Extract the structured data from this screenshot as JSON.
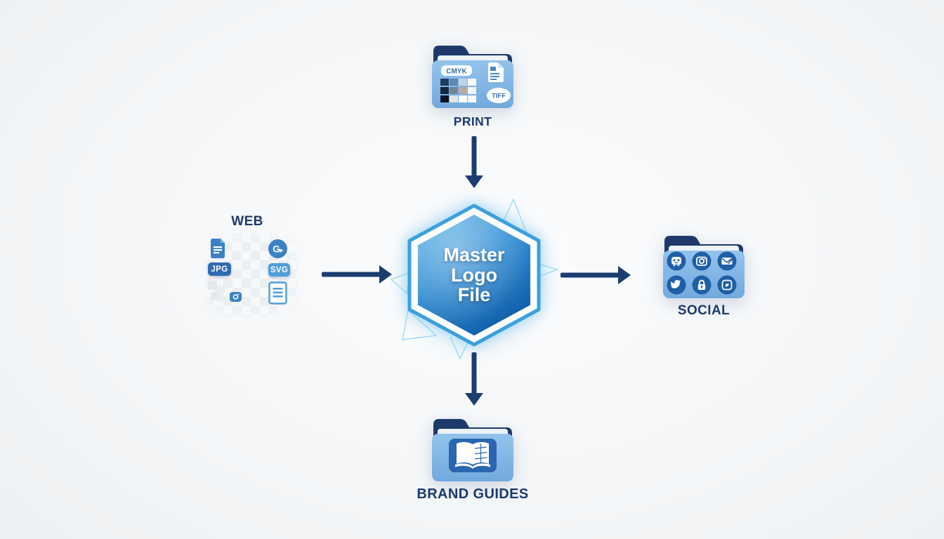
{
  "center_node": {
    "line1": "Master",
    "line2": "Logo",
    "line3": "File"
  },
  "nodes": {
    "print": {
      "label": "PRINT",
      "cmyk_badge": "CMYK",
      "tiff_badge": "TIFF",
      "swatches": [
        [
          "#1c3c60",
          "#5d89b0",
          "#c2d5e3",
          "#f7fafc"
        ],
        [
          "#15253e",
          "#71869e",
          "#b3aba1",
          "#f1f3f5"
        ],
        [
          "#0b1322",
          "#dfe4e9",
          "#fcfdfe",
          "#f6f8fa"
        ]
      ]
    },
    "web": {
      "label": "WEB",
      "jpg_badge": "JPG",
      "svg_badge": "SVG"
    },
    "social": {
      "label": "SOCIAL",
      "icon_names": [
        "messenger-icon",
        "camera-icon",
        "mail-icon",
        "twitter-icon",
        "lock-icon",
        "bird-app-icon"
      ]
    },
    "brand_guides": {
      "label": "BRAND GUIDES"
    }
  },
  "colors": {
    "navy": "#1d3a6b",
    "arrow": "#1c3d70",
    "folder_blue": "#85b9e4",
    "folder_blue_light": "#9ac7ee",
    "hex_stroke": "#3ba0dd",
    "hex_grad_top": "#5ab5ea",
    "hex_grad_bottom": "#1261ac",
    "accent_light": "#8fd9f7",
    "jpg_badge_bg": "#2f6cb3",
    "svg_badge_bg": "#4d9ed9",
    "social_circle": "#1e5fa7",
    "web_icon_blue": "#3b82c4",
    "book_panel": "#2a66b0",
    "background": "#f4f5f7"
  }
}
